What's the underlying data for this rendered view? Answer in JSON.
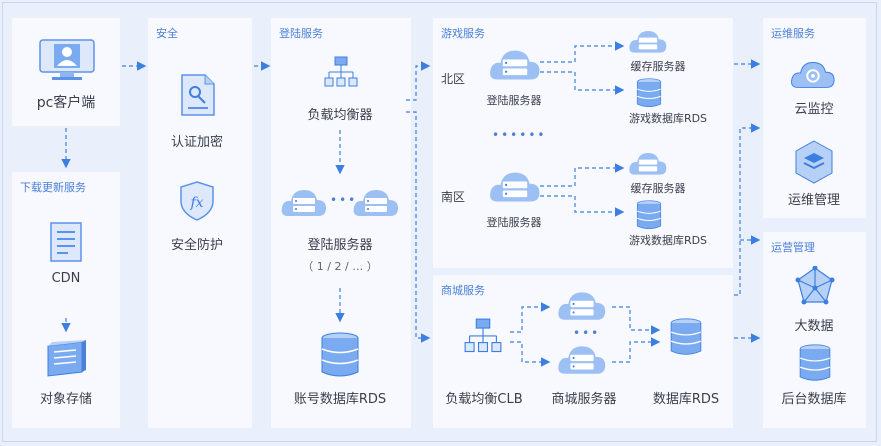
{
  "panels": {
    "security": "安全",
    "login": "登陆服务",
    "game": "游戏服务",
    "mall": "商城服务",
    "download": "下载更新服务",
    "ops": "运维服务",
    "operation": "运营管理"
  },
  "client": {
    "label": "pc客户端"
  },
  "download": {
    "cdn": "CDN",
    "storage": "对象存储"
  },
  "security": {
    "auth": "认证加密",
    "protect": "安全防护"
  },
  "login": {
    "lb": "负载均衡器",
    "server": "登陆服务器",
    "server_range": "（ 1 / 2 / … ）",
    "db": "账号数据库RDS"
  },
  "game": {
    "north": {
      "region": "北区",
      "server": "登陆服务器",
      "cache": "缓存服务器",
      "db": "游戏数据库RDS"
    },
    "south": {
      "region": "南区",
      "server": "登陆服务器",
      "cache": "缓存服务器",
      "db": "游戏数据库RDS"
    },
    "separator": "••••••"
  },
  "mall": {
    "lb": "负载均衡CLB",
    "server": "商城服务器",
    "db": "数据库RDS",
    "dots": "•••"
  },
  "ops": {
    "monitor": "云监控",
    "manage": "运维管理"
  },
  "operation": {
    "bigdata": "大数据",
    "backend_db": "后台数据库"
  },
  "colors": {
    "accent": "#3d7fe0",
    "panel": "#f7f9fe",
    "background": "#eaf0fb"
  }
}
